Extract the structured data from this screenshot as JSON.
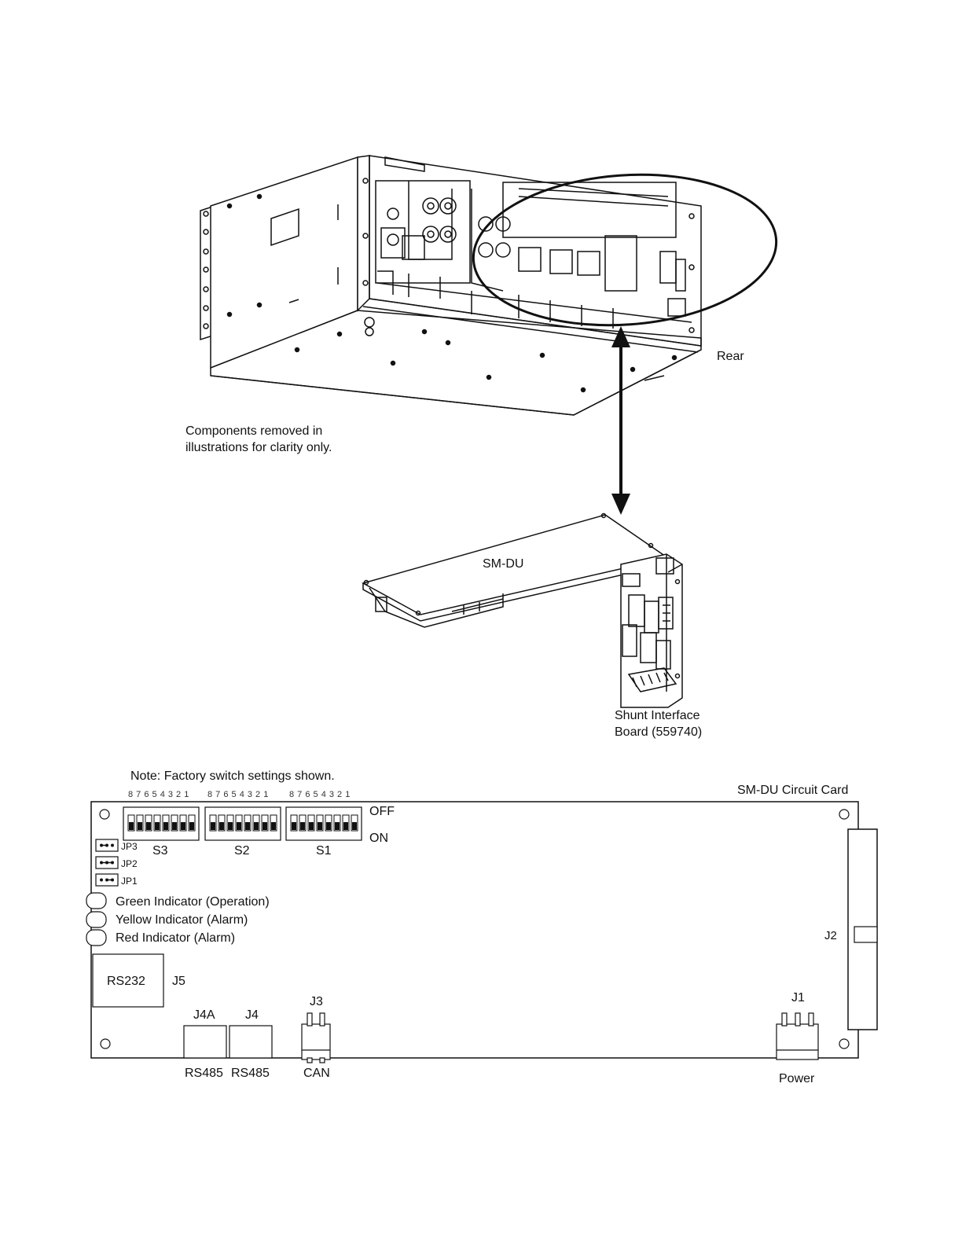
{
  "top_figure": {
    "rear_label": "Rear",
    "note": [
      "Components removed in",
      "illustrations for clarity only."
    ]
  },
  "board_figure": {
    "board_label": "SM-DU",
    "shunt_label": [
      "Shunt Interface",
      "Board (559740)"
    ]
  },
  "circuit_card": {
    "note": "Note:  Factory switch settings shown.",
    "title": "SM-DU Circuit Card",
    "off_label": "OFF",
    "on_label": "ON",
    "switches": [
      {
        "name": "S3",
        "pins": "8 7 6 5 4 3 2 1"
      },
      {
        "name": "S2",
        "pins": "8 7 6 5 4 3 2 1"
      },
      {
        "name": "S1",
        "pins": "8 7 6 5 4 3 2 1"
      }
    ],
    "jumpers": [
      "JP3",
      "JP2",
      "JP1"
    ],
    "indicators": [
      "Green Indicator (Operation)",
      "Yellow Indicator (Alarm)",
      "Red Indicator (Alarm)"
    ],
    "connectors": {
      "rs232": "RS232",
      "j5": "J5",
      "j4a": "J4A",
      "j4": "J4",
      "j3": "J3",
      "j2": "J2",
      "j1": "J1",
      "rs485_a": "RS485",
      "rs485_b": "RS485",
      "can": "CAN",
      "power": "Power"
    }
  }
}
